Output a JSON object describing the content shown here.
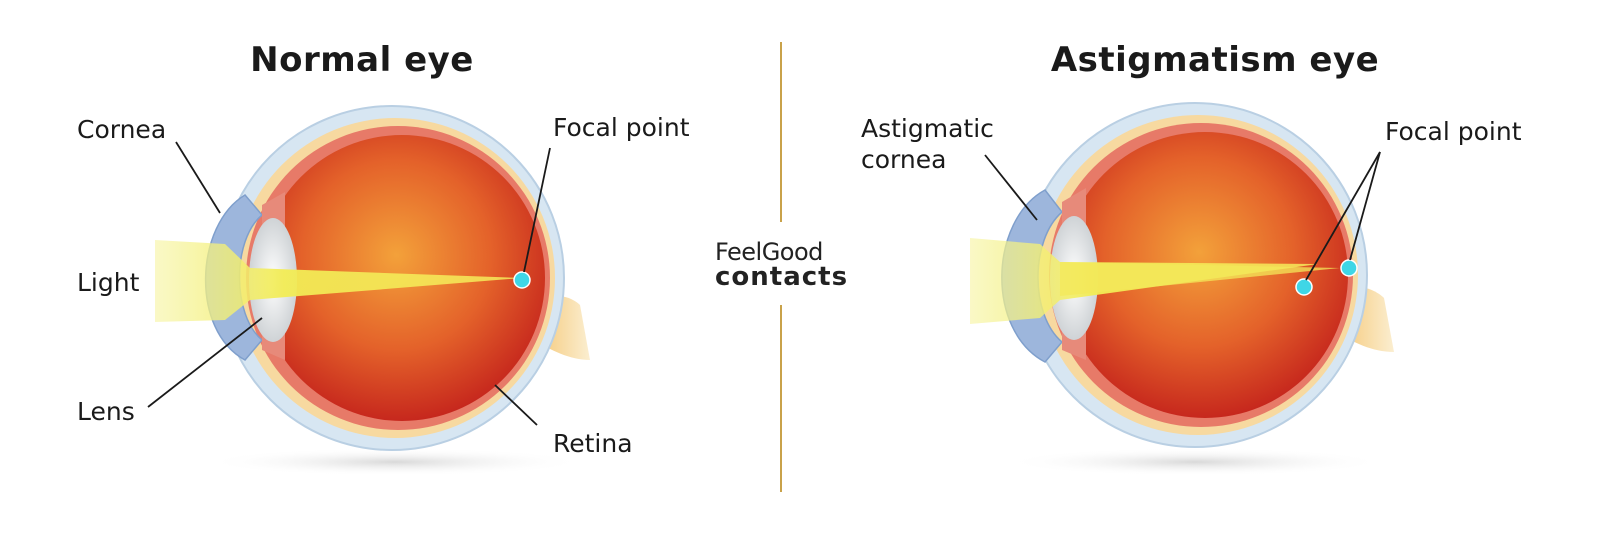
{
  "normal": {
    "title": "Normal eye",
    "labels": {
      "cornea": "Cornea",
      "focal_point": "Focal point",
      "light": "Light",
      "lens": "Lens",
      "retina": "Retina"
    }
  },
  "astigmatism": {
    "title": "Astigmatism eye",
    "labels": {
      "astigmatic_cornea_line1": "Astigmatic",
      "astigmatic_cornea_line2": "cornea",
      "focal_point": "Focal point"
    }
  },
  "logo": {
    "line1": "FeelGood",
    "line2": "contacts"
  },
  "colors": {
    "divider": "#c9a24a",
    "focal_dot": "#3fd6e6",
    "light_beam": "#f4ef6a",
    "eye_inner": "#e04a1c",
    "sclera": "#cfe0ef"
  }
}
